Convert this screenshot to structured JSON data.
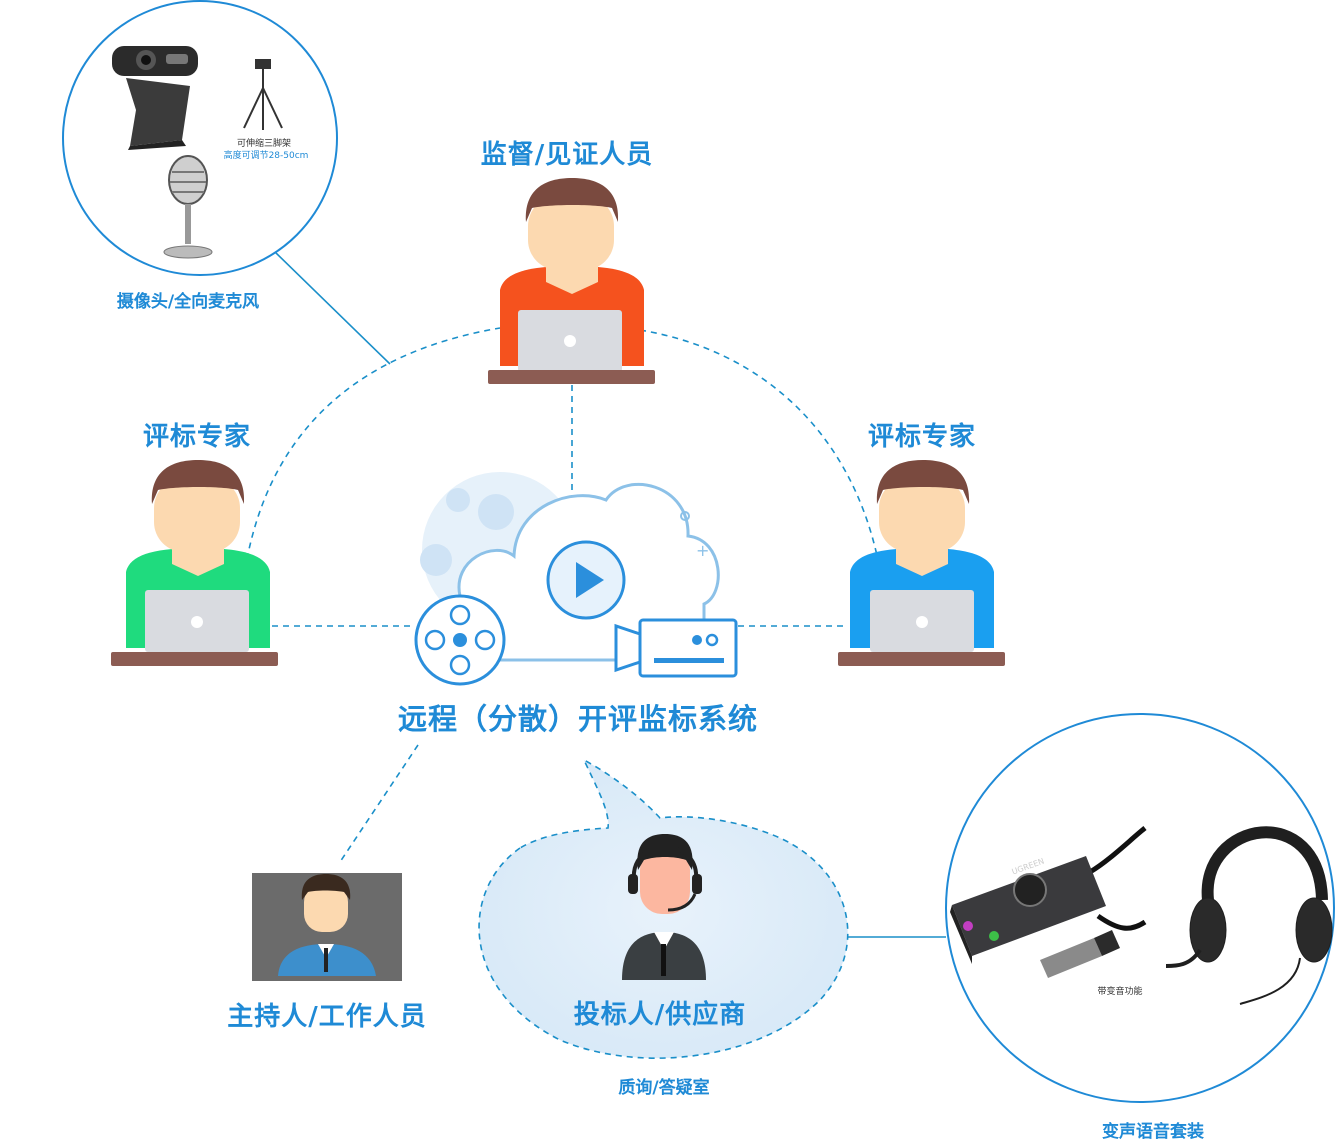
{
  "system_title": "远程（分散）开评监标系统",
  "roles": {
    "supervisor": "监督/见证人员",
    "expert_left": "评标专家",
    "expert_right": "评标专家",
    "host": "主持人/工作人员",
    "bidder": "投标人/供应商"
  },
  "equipment": {
    "camera_kit": "摄像头/全向麦克风",
    "tripod_name": "可伸缩三脚架",
    "tripod_height": "高度可调节28-50cm",
    "voice_kit": "变声语音套装",
    "voice_feature": "带变音功能",
    "soundcard_brand": "UGREEN"
  },
  "rooms": {
    "inquiry": "质询/答疑室"
  },
  "colors": {
    "accent": "#1f8ad6",
    "supervisor_shirt": "#f5521e",
    "expert_left_shirt": "#1fdb7e",
    "expert_right_shirt": "#1a9ff0",
    "desk": "#8c5c53",
    "hair": "#7a4a3f",
    "skin": "#fcd9b0"
  }
}
